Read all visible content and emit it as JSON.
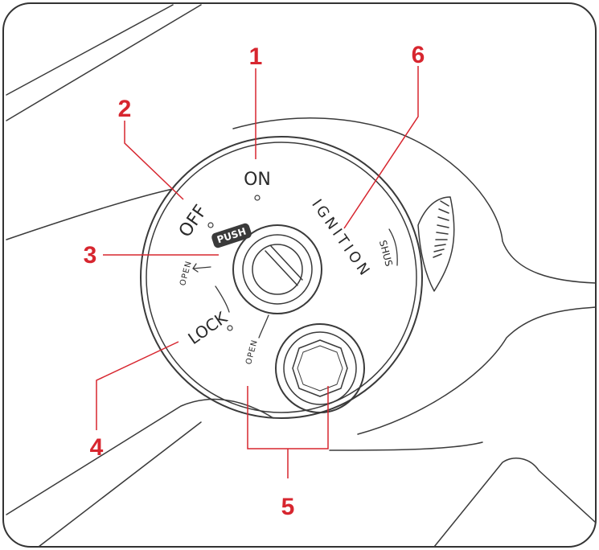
{
  "colors": {
    "callout": "#d7262f",
    "ink": "#3a3a3a",
    "frame_border": "#333333",
    "background": "#ffffff"
  },
  "switch_labels": {
    "on": "ON",
    "off": "OFF",
    "lock": "LOCK",
    "open_left": "OPEN",
    "open_bottom": "OPEN",
    "push": "PUSH",
    "ignition": "IGNITION",
    "shus": "SHUS"
  },
  "callouts": [
    {
      "id": "1",
      "label": "1"
    },
    {
      "id": "2",
      "label": "2"
    },
    {
      "id": "3",
      "label": "3"
    },
    {
      "id": "4",
      "label": "4"
    },
    {
      "id": "5",
      "label": "5"
    },
    {
      "id": "6",
      "label": "6"
    }
  ]
}
